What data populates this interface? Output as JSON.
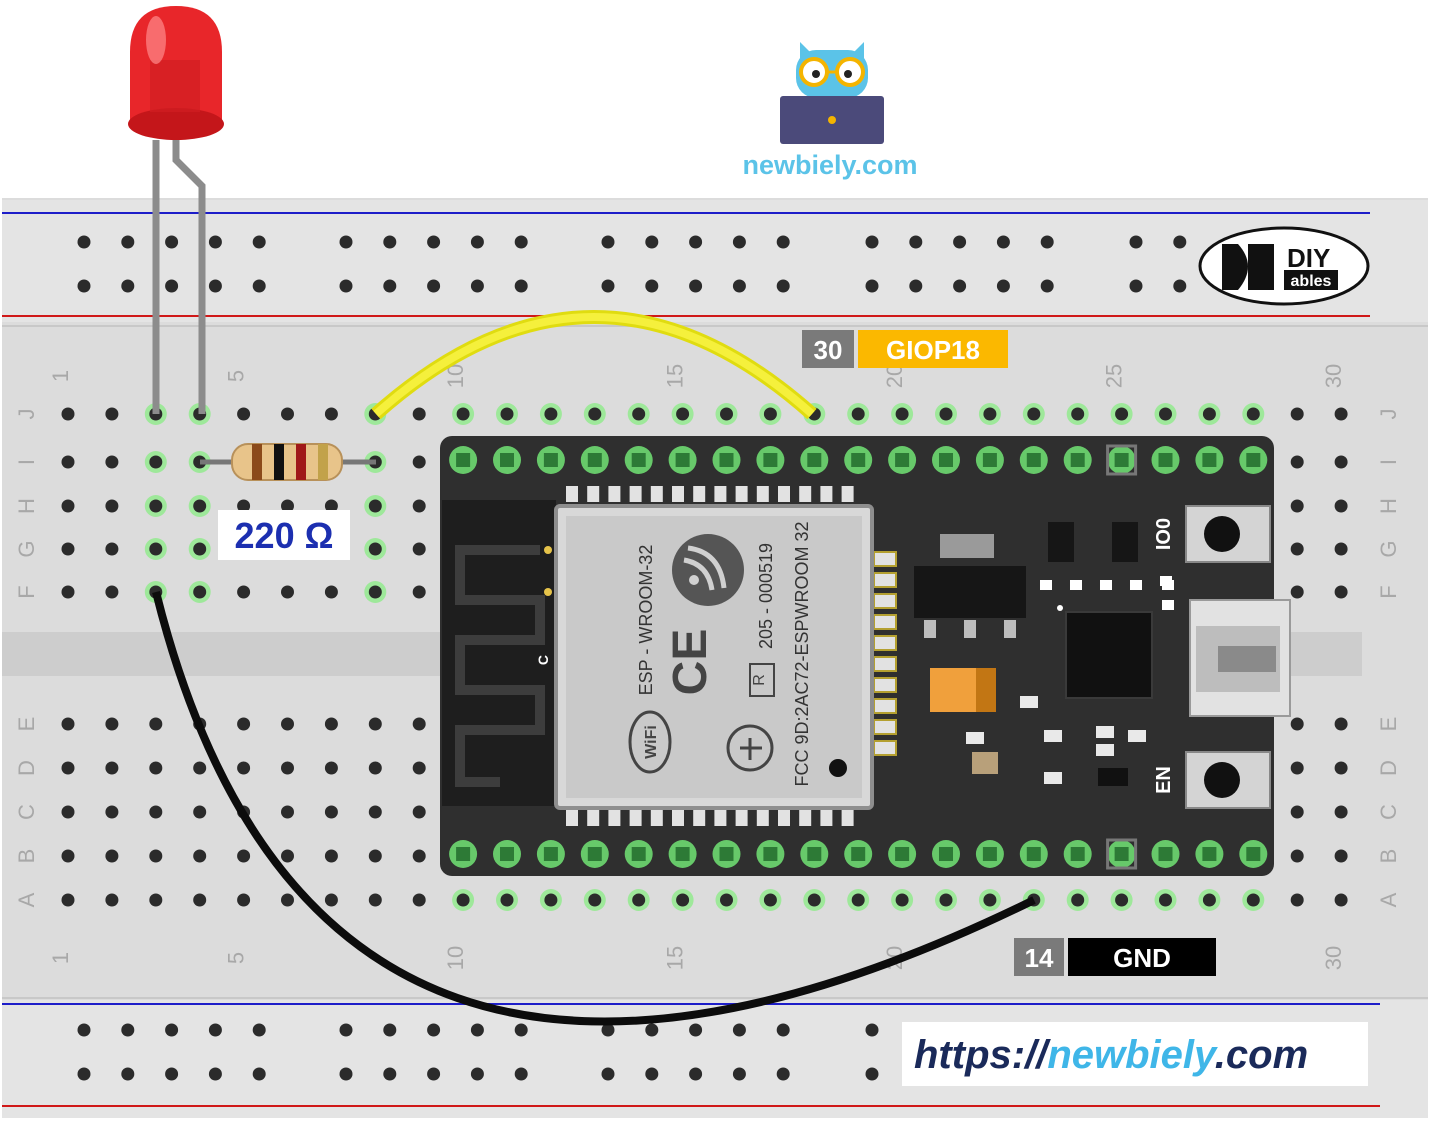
{
  "brand": {
    "site_name": "newbiely.com",
    "logo_top": "DIY",
    "logo_bottom": "ables",
    "url_prefix": "https://",
    "url_domain": "newbiely",
    "url_suffix": ".com",
    "owl_color": "#5bc3e8",
    "laptop_color": "#4b4a7a"
  },
  "breadboard": {
    "column_numbers_top": [
      "1",
      "5",
      "10",
      "15",
      "20",
      "25",
      "30"
    ],
    "column_numbers_bottom": [
      "1",
      "5",
      "10",
      "15",
      "20",
      "25",
      "30"
    ],
    "row_letters_top": [
      "J",
      "I",
      "H",
      "G",
      "F"
    ],
    "row_letters_bottom": [
      "E",
      "D",
      "C",
      "B",
      "A"
    ],
    "rail_colors": {
      "blue": "#1d1dc9",
      "red": "#d01818"
    }
  },
  "components": {
    "resistor_label": "220 Ω",
    "led_color": "#e8262a",
    "esp32": {
      "module_text_1": "ESP - WROOM-32",
      "module_text_2": "205 - 000519",
      "module_text_3": "FCC 9D:2AC72-ESPWROOM 32",
      "antenna_mark": "C",
      "wifi_logo": "WiFi",
      "ce_mark": "CE",
      "r_mark": "R",
      "button_io0": "IO0",
      "button_en": "EN"
    }
  },
  "pin_labels": {
    "signal": {
      "number": "30",
      "name": "GIOP18",
      "name_color": "#fbb800"
    },
    "ground": {
      "number": "14",
      "name": "GND",
      "name_color": "#000000"
    }
  },
  "wires": {
    "signal_color": "#f2f22a",
    "ground_color": "#111111"
  }
}
